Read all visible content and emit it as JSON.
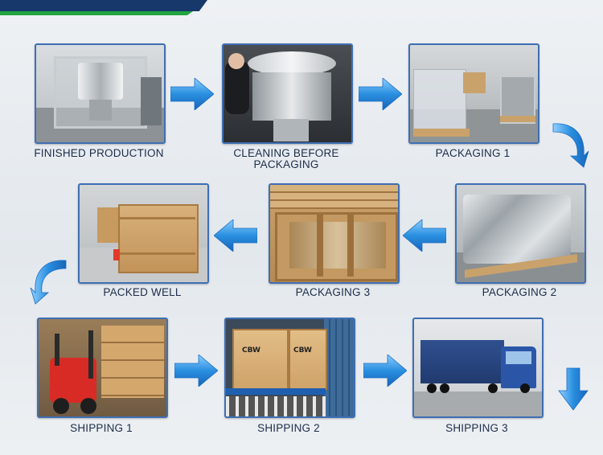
{
  "steps": [
    {
      "label": "FINISHED PRODUCTION"
    },
    {
      "label": "CLEANING BEFORE PACKAGING"
    },
    {
      "label": "PACKAGING 1"
    },
    {
      "label": "PACKAGING 2"
    },
    {
      "label": "PACKAGING 3"
    },
    {
      "label": "PACKED WELL"
    },
    {
      "label": "SHIPPING 1"
    },
    {
      "label": "SHIPPING 2"
    },
    {
      "label": "SHIPPING 3"
    }
  ],
  "crate_marks": [
    "CBW",
    "CBW"
  ],
  "colors": {
    "frame": "#3f6fb3",
    "arrow": "#2a8fe0",
    "label": "#1d2d4a",
    "banner_navy": "#16386b",
    "banner_green": "#22a43f"
  }
}
